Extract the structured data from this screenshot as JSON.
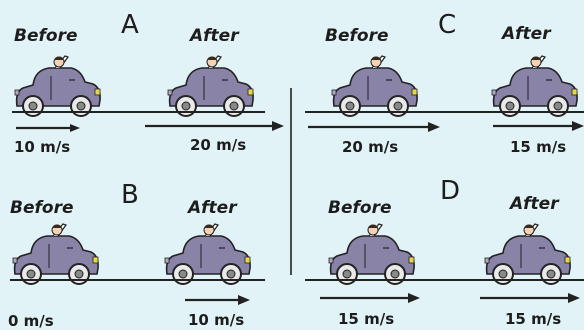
{
  "panels": [
    {
      "letter": "A",
      "before_label": "Before",
      "after_label": "After",
      "before_speed": "10 m/s",
      "after_speed": "20 m/s"
    },
    {
      "letter": "B",
      "before_label": "Before",
      "after_label": "After",
      "before_speed": "0 m/s",
      "after_speed": "10 m/s"
    },
    {
      "letter": "C",
      "before_label": "Before",
      "after_label": "After",
      "before_speed": "20 m/s",
      "after_speed": "15 m/s"
    },
    {
      "letter": "D",
      "before_label": "Before",
      "after_label": "After",
      "before_speed": "15 m/s",
      "after_speed": "15 m/s"
    }
  ],
  "colors": {
    "background": "#e2f3f7",
    "car_body": "#8a83a8",
    "outline": "#222222"
  },
  "icons": [
    "car-with-driver-icon",
    "velocity-arrow-icon"
  ]
}
